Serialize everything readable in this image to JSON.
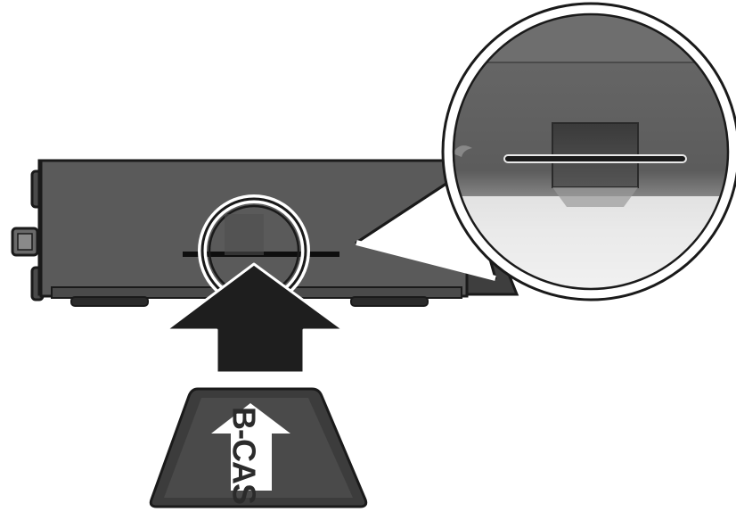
{
  "card": {
    "label": "B-CAS"
  },
  "colors": {
    "device_body": "#4a4a4a",
    "device_front": "#5a5a5a",
    "outline": "#1a1a1a",
    "arrow": "#1e1e1e",
    "card": "#3c3c3c",
    "background": "#ffffff"
  },
  "icons": [
    "insert-direction-arrow",
    "card-arrow",
    "zoom-callout",
    "card-slot"
  ]
}
